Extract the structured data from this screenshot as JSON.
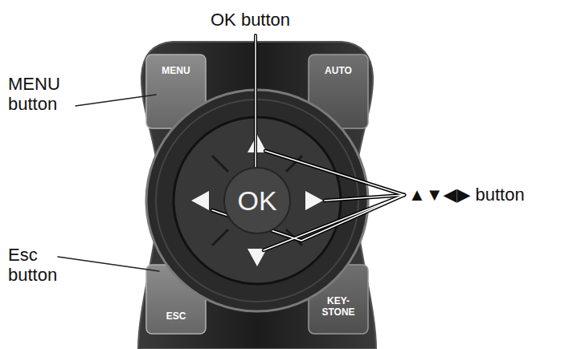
{
  "diagram": {
    "nodes": [
      {
        "text": [
          "MENU"
        ]
      },
      {
        "text": [
          "AUTO"
        ]
      },
      {
        "text": [
          "OK"
        ]
      },
      {
        "text": [
          "ESC"
        ]
      },
      {
        "text": [
          "KEY- STONE"
        ]
      }
    ],
    "labels": [
      "OK button",
      "MENU button",
      "▲▼◀▶ button",
      "Esc button"
    ]
  }
}
